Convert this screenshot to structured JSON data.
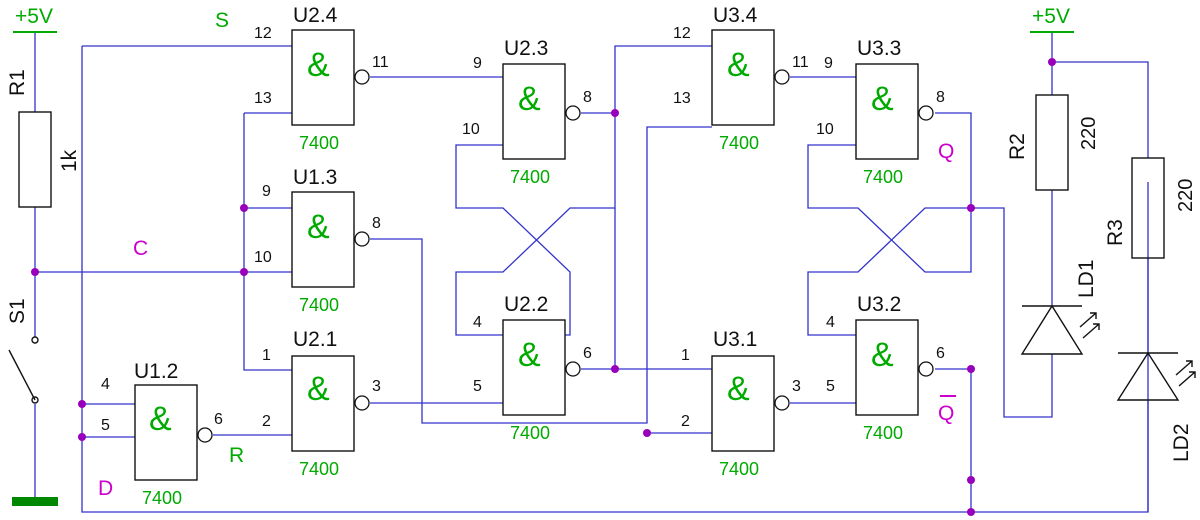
{
  "power": {
    "supply_left": "+5V",
    "supply_right": "+5V"
  },
  "resistors": {
    "r1": {
      "ref": "R1",
      "value": "1k"
    },
    "r2": {
      "ref": "R2",
      "value": "220"
    },
    "r3": {
      "ref": "R3",
      "value": "220"
    }
  },
  "switch": {
    "ref": "S1"
  },
  "leds": {
    "ld1": "LD1",
    "ld2": "LD2"
  },
  "signals": {
    "s": "S",
    "c": "C",
    "r": "R",
    "d": "D",
    "q": "Q",
    "qbar": "Q"
  },
  "gates": {
    "u1_2": {
      "ref": "U1.2",
      "chip": "7400",
      "symbol": "&",
      "in_a": "4",
      "in_b": "5",
      "out": "6"
    },
    "u1_3": {
      "ref": "U1.3",
      "chip": "7400",
      "symbol": "&",
      "in_a": "9",
      "in_b": "10",
      "out": "8"
    },
    "u2_4": {
      "ref": "U2.4",
      "chip": "7400",
      "symbol": "&",
      "in_a": "12",
      "in_b": "13",
      "out": "11"
    },
    "u2_1": {
      "ref": "U2.1",
      "chip": "7400",
      "symbol": "&",
      "in_a": "1",
      "in_b": "2",
      "out": "3"
    },
    "u2_3": {
      "ref": "U2.3",
      "chip": "7400",
      "symbol": "&",
      "in_a": "9",
      "in_b": "10",
      "out": "8"
    },
    "u2_2": {
      "ref": "U2.2",
      "chip": "7400",
      "symbol": "&",
      "in_a": "4",
      "in_b": "5",
      "out": "6"
    },
    "u3_4": {
      "ref": "U3.4",
      "chip": "7400",
      "symbol": "&",
      "in_a": "12",
      "in_b": "13",
      "out": "11"
    },
    "u3_1": {
      "ref": "U3.1",
      "chip": "7400",
      "symbol": "&",
      "in_a": "1",
      "in_b": "2",
      "out": "3"
    },
    "u3_3": {
      "ref": "U3.3",
      "chip": "7400",
      "symbol": "&",
      "in_a": "9",
      "in_b": "10",
      "out": "8"
    },
    "u3_2": {
      "ref": "U3.2",
      "chip": "7400",
      "symbol": "&",
      "in_a": "4",
      "in_b": "5",
      "out": "6"
    }
  },
  "colors": {
    "wire": "#3333cc",
    "gate_text": "#00aa00",
    "signal_magenta": "#cc00cc",
    "junction": "#9900bb"
  }
}
